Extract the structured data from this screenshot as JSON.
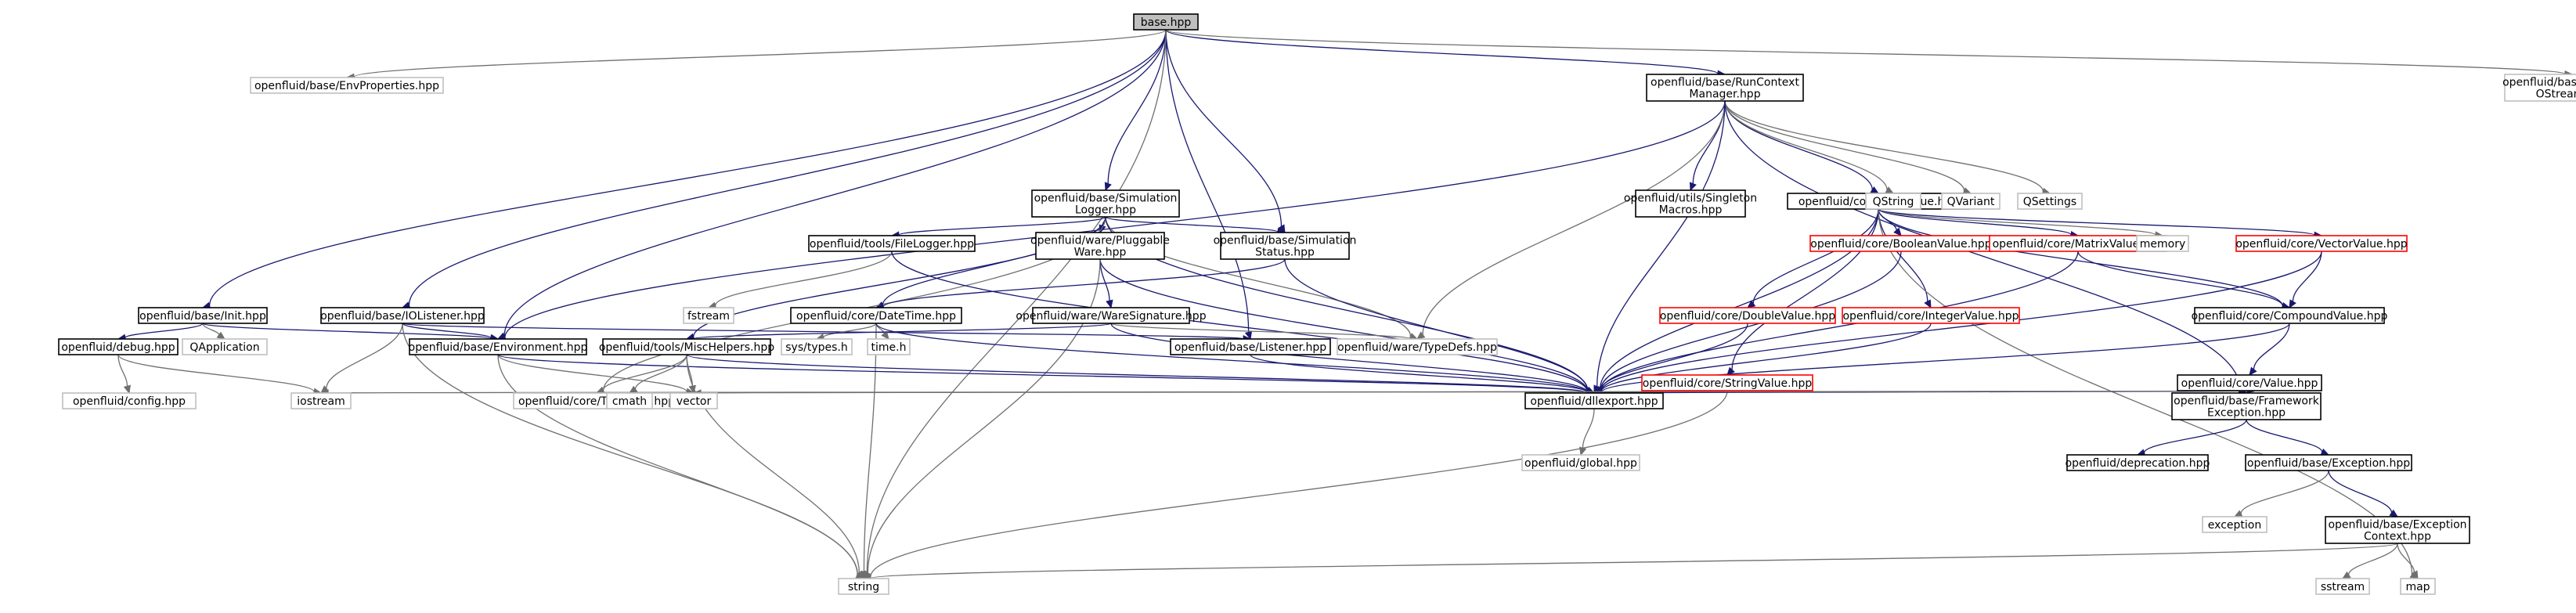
{
  "diagram": {
    "colors": {
      "edge": "#191970",
      "edge_to_gray": "#6f6f6f",
      "root_fill": "#bfbfbf",
      "box_border_black": "#000000",
      "box_border_red": "#ff0000",
      "box_border_gray": "#bfbfbf",
      "box_fill": "#ffffff"
    },
    "nodes": [
      {
        "id": "base",
        "lines": [
          "base.hpp"
        ],
        "style": "root"
      },
      {
        "id": "envprops",
        "lines": [
          "openfluid/base/EnvProperties.hpp"
        ],
        "style": "gray"
      },
      {
        "id": "runctx",
        "lines": [
          "openfluid/base/RunContext",
          "Manager.hpp"
        ],
        "style": "black"
      },
      {
        "id": "stdout",
        "lines": [
          "openfluid/base/StdoutFile",
          "OStream.hpp"
        ],
        "style": "gray"
      },
      {
        "id": "simlogger",
        "lines": [
          "openfluid/base/Simulation",
          "Logger.hpp"
        ],
        "style": "black"
      },
      {
        "id": "singleton",
        "lines": [
          "openfluid/utils/Singleton",
          "Macros.hpp"
        ],
        "style": "black"
      },
      {
        "id": "mapvalue",
        "lines": [
          "openfluid/core/MapValue.hpp"
        ],
        "style": "black"
      },
      {
        "id": "qstring",
        "lines": [
          "QString"
        ],
        "style": "gray"
      },
      {
        "id": "qvariant",
        "lines": [
          "QVariant"
        ],
        "style": "gray"
      },
      {
        "id": "qsettings",
        "lines": [
          "QSettings"
        ],
        "style": "gray"
      },
      {
        "id": "filelogger",
        "lines": [
          "openfluid/tools/FileLogger.hpp"
        ],
        "style": "black"
      },
      {
        "id": "pluggable",
        "lines": [
          "openfluid/ware/Pluggable",
          "Ware.hpp"
        ],
        "style": "black"
      },
      {
        "id": "simstatus",
        "lines": [
          "openfluid/base/Simulation",
          "Status.hpp"
        ],
        "style": "black"
      },
      {
        "id": "boolval",
        "lines": [
          "openfluid/core/BooleanValue.hpp"
        ],
        "style": "red"
      },
      {
        "id": "matrixval",
        "lines": [
          "openfluid/core/MatrixValue.hpp"
        ],
        "style": "red"
      },
      {
        "id": "memory",
        "lines": [
          "memory"
        ],
        "style": "gray"
      },
      {
        "id": "vectorval",
        "lines": [
          "openfluid/core/VectorValue.hpp"
        ],
        "style": "red"
      },
      {
        "id": "init",
        "lines": [
          "openfluid/base/Init.hpp"
        ],
        "style": "black"
      },
      {
        "id": "iolistener",
        "lines": [
          "openfluid/base/IOListener.hpp"
        ],
        "style": "black"
      },
      {
        "id": "fstream",
        "lines": [
          "fstream"
        ],
        "style": "gray"
      },
      {
        "id": "datetime",
        "lines": [
          "openfluid/core/DateTime.hpp"
        ],
        "style": "black"
      },
      {
        "id": "waresig",
        "lines": [
          "openfluid/ware/WareSignature.hpp"
        ],
        "style": "black"
      },
      {
        "id": "doubleval",
        "lines": [
          "openfluid/core/DoubleValue.hpp"
        ],
        "style": "red"
      },
      {
        "id": "intval",
        "lines": [
          "openfluid/core/IntegerValue.hpp"
        ],
        "style": "red"
      },
      {
        "id": "compound",
        "lines": [
          "openfluid/core/CompoundValue.hpp"
        ],
        "style": "black"
      },
      {
        "id": "debug",
        "lines": [
          "openfluid/debug.hpp"
        ],
        "style": "black"
      },
      {
        "id": "qapp",
        "lines": [
          "QApplication"
        ],
        "style": "gray"
      },
      {
        "id": "environment",
        "lines": [
          "openfluid/base/Environment.hpp"
        ],
        "style": "black"
      },
      {
        "id": "mischelpers",
        "lines": [
          "openfluid/tools/MiscHelpers.hpp"
        ],
        "style": "black"
      },
      {
        "id": "systypes",
        "lines": [
          "sys/types.h"
        ],
        "style": "gray"
      },
      {
        "id": "timeh",
        "lines": [
          "time.h"
        ],
        "style": "gray"
      },
      {
        "id": "listener",
        "lines": [
          "openfluid/base/Listener.hpp"
        ],
        "style": "black"
      },
      {
        "id": "waretypedefs",
        "lines": [
          "openfluid/ware/TypeDefs.hpp"
        ],
        "style": "gray"
      },
      {
        "id": "stringval",
        "lines": [
          "openfluid/core/StringValue.hpp"
        ],
        "style": "red"
      },
      {
        "id": "value",
        "lines": [
          "openfluid/core/Value.hpp"
        ],
        "style": "black"
      },
      {
        "id": "config",
        "lines": [
          "openfluid/config.hpp"
        ],
        "style": "gray"
      },
      {
        "id": "iostream",
        "lines": [
          "iostream"
        ],
        "style": "gray"
      },
      {
        "id": "coretypedefs",
        "lines": [
          "openfluid/core/TypeDefs.hpp"
        ],
        "style": "gray"
      },
      {
        "id": "cmath",
        "lines": [
          "cmath"
        ],
        "style": "gray"
      },
      {
        "id": "vector",
        "lines": [
          "vector"
        ],
        "style": "gray"
      },
      {
        "id": "dllexport",
        "lines": [
          "openfluid/dllexport.hpp"
        ],
        "style": "black"
      },
      {
        "id": "fwexception",
        "lines": [
          "openfluid/base/Framework",
          "Exception.hpp"
        ],
        "style": "black"
      },
      {
        "id": "global",
        "lines": [
          "openfluid/global.hpp"
        ],
        "style": "gray"
      },
      {
        "id": "deprecation",
        "lines": [
          "openfluid/deprecation.hpp"
        ],
        "style": "black"
      },
      {
        "id": "exception_hpp",
        "lines": [
          "openfluid/base/Exception.hpp"
        ],
        "style": "black"
      },
      {
        "id": "exception",
        "lines": [
          "exception"
        ],
        "style": "gray"
      },
      {
        "id": "exccontext",
        "lines": [
          "openfluid/base/Exception",
          "Context.hpp"
        ],
        "style": "black"
      },
      {
        "id": "string",
        "lines": [
          "string"
        ],
        "style": "gray"
      },
      {
        "id": "sstream",
        "lines": [
          "sstream"
        ],
        "style": "gray"
      },
      {
        "id": "map",
        "lines": [
          "map"
        ],
        "style": "gray"
      }
    ],
    "edges": [
      [
        "base",
        "envprops"
      ],
      [
        "base",
        "runctx"
      ],
      [
        "base",
        "stdout"
      ],
      [
        "base",
        "simlogger"
      ],
      [
        "base",
        "simstatus"
      ],
      [
        "base",
        "init"
      ],
      [
        "base",
        "iolistener"
      ],
      [
        "base",
        "environment"
      ],
      [
        "base",
        "listener"
      ],
      [
        "base",
        "string"
      ],
      [
        "runctx",
        "singleton"
      ],
      [
        "runctx",
        "mapvalue"
      ],
      [
        "runctx",
        "qstring"
      ],
      [
        "runctx",
        "qvariant"
      ],
      [
        "runctx",
        "qsettings"
      ],
      [
        "runctx",
        "environment"
      ],
      [
        "runctx",
        "waretypedefs"
      ],
      [
        "runctx",
        "dllexport"
      ],
      [
        "runctx",
        "fwexception"
      ],
      [
        "simlogger",
        "filelogger"
      ],
      [
        "simlogger",
        "pluggable"
      ],
      [
        "simlogger",
        "simstatus"
      ],
      [
        "simlogger",
        "datetime"
      ],
      [
        "simlogger",
        "mischelpers"
      ],
      [
        "simlogger",
        "waretypedefs"
      ],
      [
        "simlogger",
        "coretypedefs"
      ],
      [
        "simlogger",
        "dllexport"
      ],
      [
        "mapvalue",
        "boolval"
      ],
      [
        "mapvalue",
        "matrixval"
      ],
      [
        "mapvalue",
        "memory"
      ],
      [
        "mapvalue",
        "vectorval"
      ],
      [
        "mapvalue",
        "doubleval"
      ],
      [
        "mapvalue",
        "intval"
      ],
      [
        "mapvalue",
        "compound"
      ],
      [
        "mapvalue",
        "stringval"
      ],
      [
        "mapvalue",
        "dllexport"
      ],
      [
        "mapvalue",
        "map"
      ],
      [
        "filelogger",
        "fstream"
      ],
      [
        "filelogger",
        "dllexport"
      ],
      [
        "pluggable",
        "waresig"
      ],
      [
        "pluggable",
        "dllexport"
      ],
      [
        "pluggable",
        "string"
      ],
      [
        "simstatus",
        "datetime"
      ],
      [
        "simstatus",
        "dllexport"
      ],
      [
        "boolval",
        "dllexport"
      ],
      [
        "matrixval",
        "compound"
      ],
      [
        "matrixval",
        "dllexport"
      ],
      [
        "vectorval",
        "compound"
      ],
      [
        "vectorval",
        "dllexport"
      ],
      [
        "init",
        "debug"
      ],
      [
        "init",
        "qapp"
      ],
      [
        "init",
        "environment"
      ],
      [
        "iolistener",
        "iostream"
      ],
      [
        "iolistener",
        "string"
      ],
      [
        "iolistener",
        "listener"
      ],
      [
        "iolistener",
        "environment"
      ],
      [
        "datetime",
        "systypes"
      ],
      [
        "datetime",
        "timeh"
      ],
      [
        "datetime",
        "string"
      ],
      [
        "datetime",
        "dllexport"
      ],
      [
        "waresig",
        "mischelpers"
      ],
      [
        "waresig",
        "waretypedefs"
      ],
      [
        "waresig",
        "dllexport"
      ],
      [
        "doubleval",
        "dllexport"
      ],
      [
        "intval",
        "dllexport"
      ],
      [
        "compound",
        "value"
      ],
      [
        "compound",
        "dllexport"
      ],
      [
        "debug",
        "config"
      ],
      [
        "debug",
        "iostream"
      ],
      [
        "environment",
        "vector"
      ],
      [
        "environment",
        "string"
      ],
      [
        "environment",
        "dllexport"
      ],
      [
        "mischelpers",
        "coretypedefs"
      ],
      [
        "mischelpers",
        "cmath"
      ],
      [
        "mischelpers",
        "vector"
      ],
      [
        "mischelpers",
        "string"
      ],
      [
        "mischelpers",
        "dllexport"
      ],
      [
        "listener",
        "dllexport"
      ],
      [
        "stringval",
        "dllexport"
      ],
      [
        "stringval",
        "string"
      ],
      [
        "value",
        "fwexception"
      ],
      [
        "value",
        "dllexport"
      ],
      [
        "value",
        "iostream"
      ],
      [
        "value",
        "vector"
      ],
      [
        "dllexport",
        "global"
      ],
      [
        "fwexception",
        "deprecation"
      ],
      [
        "fwexception",
        "exception_hpp"
      ],
      [
        "exception_hpp",
        "exception"
      ],
      [
        "exception_hpp",
        "exccontext"
      ],
      [
        "exccontext",
        "string"
      ],
      [
        "exccontext",
        "sstream"
      ],
      [
        "exccontext",
        "map"
      ]
    ]
  }
}
